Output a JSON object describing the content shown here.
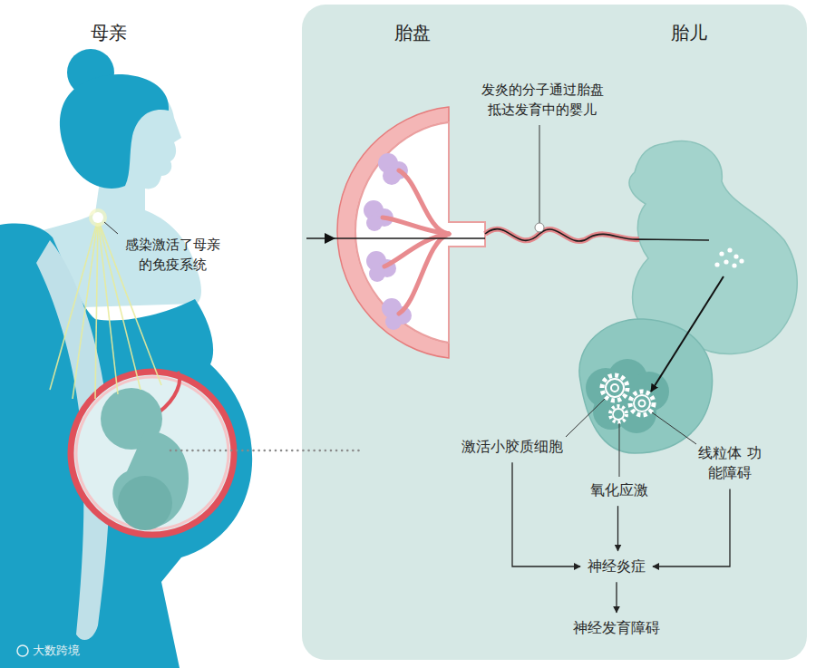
{
  "diagram": {
    "nodes": [
      {
        "text": [
          "激活小胶质细胞"
        ]
      },
      {
        "text": [
          "氧化应激"
        ]
      },
      {
        "text": [
          "线粒体 功能障碍"
        ]
      },
      {
        "text": [
          "神经炎症"
        ]
      },
      {
        "text": [
          "神经发育障碍"
        ]
      }
    ],
    "edges": [
      {
        "from": 0,
        "to": 3,
        "arrow": "to"
      },
      {
        "from": 1,
        "to": 3,
        "arrow": "to"
      },
      {
        "from": 2,
        "to": 3,
        "arrow": "to"
      },
      {
        "from": 3,
        "to": 4,
        "arrow": "to"
      }
    ],
    "labels": [
      "母亲",
      "胎盘",
      "胎儿",
      "发炎的分子通过胎盘 抵达发育中的婴儿",
      "感染激活了母亲 的免疫系统",
      "大数跨境"
    ]
  }
}
